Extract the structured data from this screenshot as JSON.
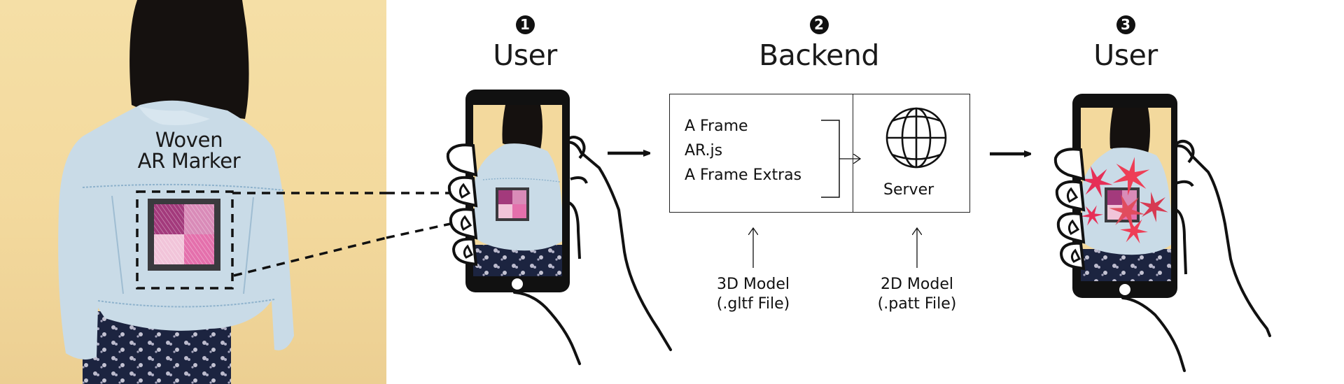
{
  "photo_panel": {
    "caption_line1": "Woven",
    "caption_line2": "AR Marker",
    "marker_colors": {
      "border": "#3a3a3e",
      "top_left": "#a33a7c",
      "top_right": "#d98bb8",
      "bottom_left": "#f1c4d9",
      "bottom_right": "#e470ac"
    },
    "jacket_color": "#c7d9e6",
    "hair_color": "#15110f",
    "wall_color": "#f4dca1",
    "skirt_color": "#1c2440"
  },
  "steps": [
    {
      "number": "1",
      "title": "User"
    },
    {
      "number": "2",
      "title": "Backend"
    },
    {
      "number": "3",
      "title": "User"
    }
  ],
  "backend": {
    "libraries": [
      "A Frame",
      "AR.js",
      "A Frame Extras"
    ],
    "server_label": "Server",
    "server_icon": "globe-icon"
  },
  "inputs": [
    {
      "line1": "3D Model",
      "line2": "(.gltf File)"
    },
    {
      "line1": "2D Model",
      "line2": "(.patt File)"
    }
  ],
  "ar_overlay": {
    "object": "red lily flowers",
    "flower_colors": [
      "#e8264f",
      "#f0364e",
      "#e04a5a",
      "#d8324a"
    ]
  },
  "flow_arrows": [
    "step1-to-step2",
    "step2-to-step3"
  ]
}
